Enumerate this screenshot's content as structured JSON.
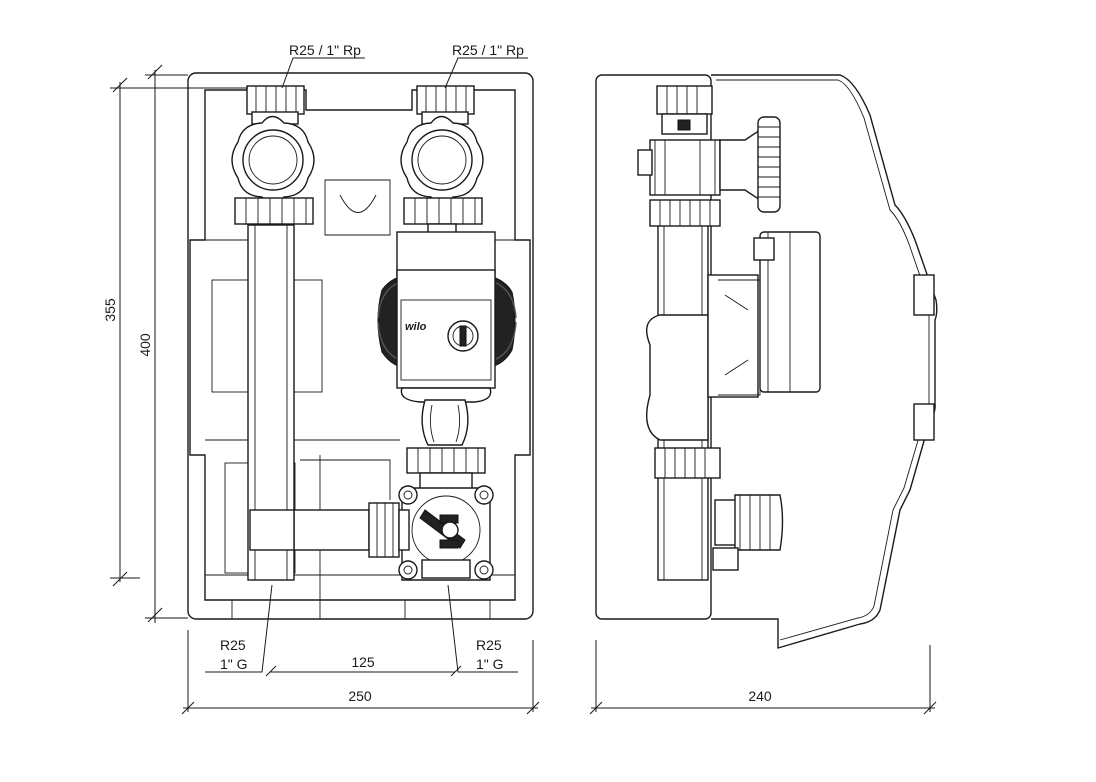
{
  "front_view": {
    "top_left_connection": "R25 / 1\" Rp",
    "top_right_connection": "R25 / 1\" Rp",
    "bottom_left_connection": {
      "line1": "R25",
      "line2": "1\" G"
    },
    "bottom_right_connection": {
      "line1": "R25",
      "line2": "1\" G"
    },
    "pump_brand": "wilo",
    "dim_height_inner": "355",
    "dim_height_outer": "400",
    "dim_connection_spacing": "125",
    "dim_width": "250"
  },
  "side_view": {
    "dim_depth": "240"
  }
}
